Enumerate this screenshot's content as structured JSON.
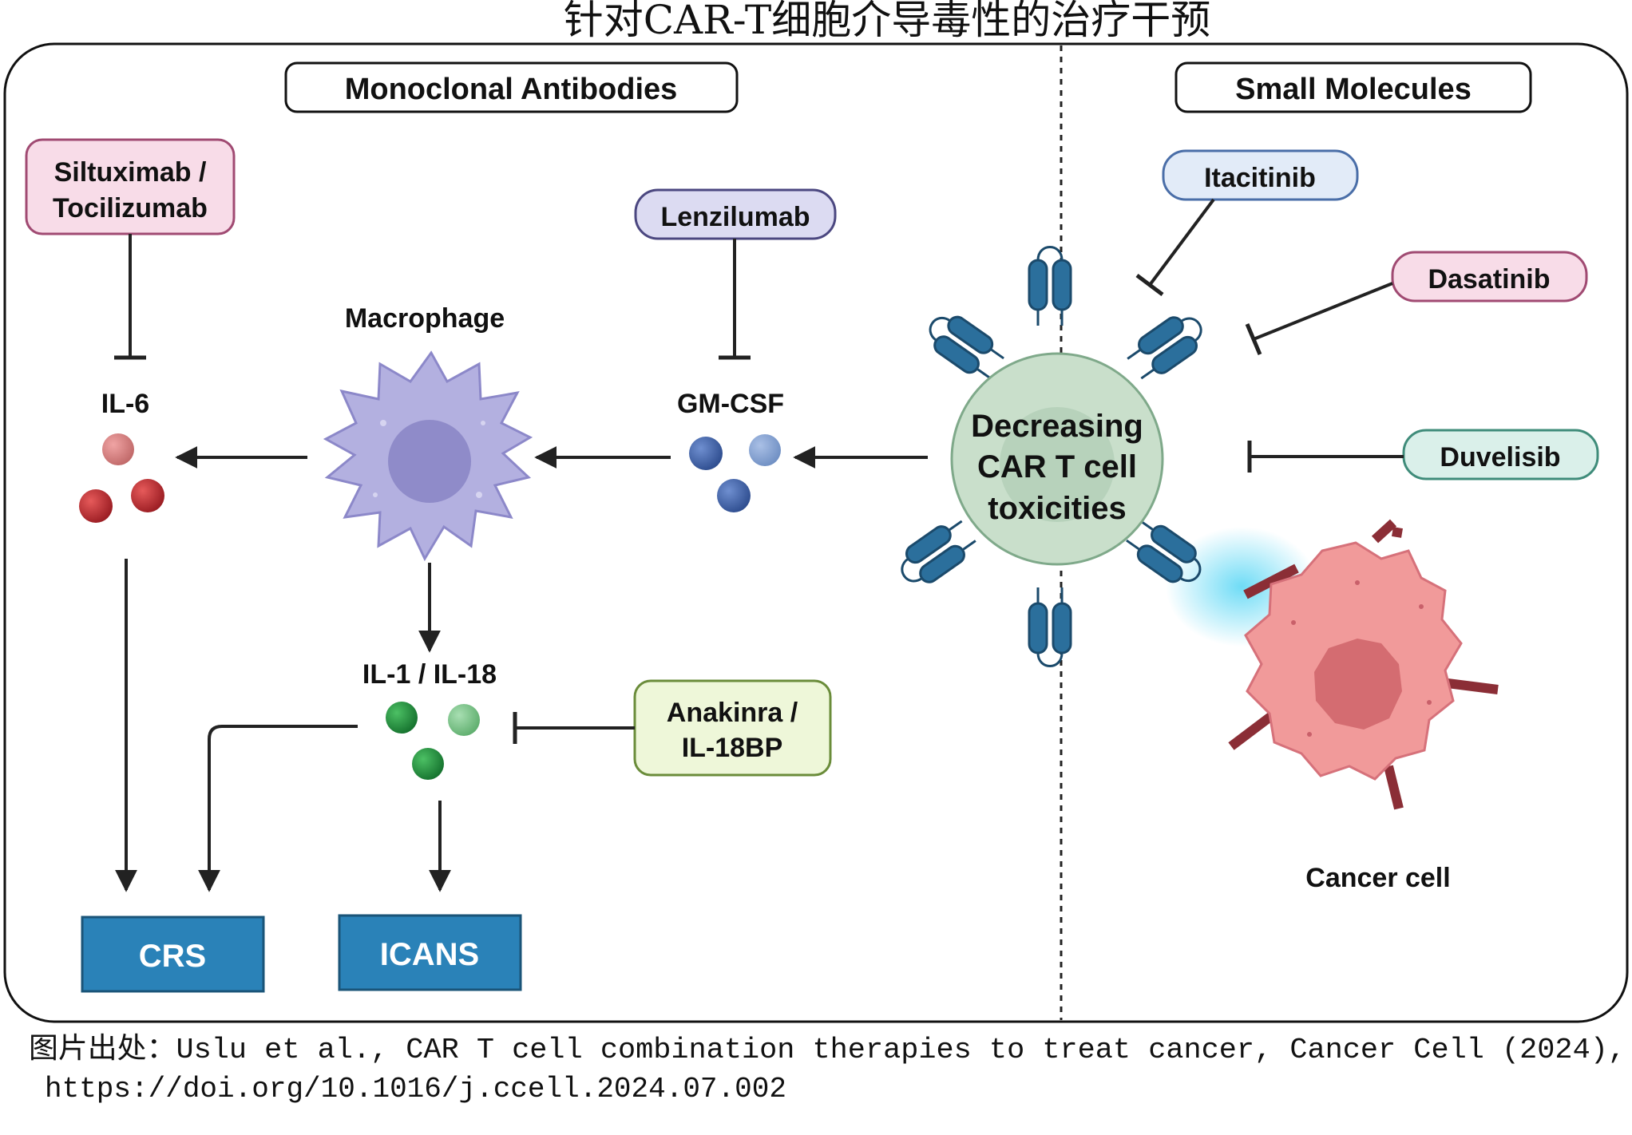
{
  "title": "针对CAR-T细胞介导毒性的治疗干预",
  "sections": {
    "left_header": "Monoclonal Antibodies",
    "right_header": "Small Molecules"
  },
  "drugs": {
    "siltuximab_line1": "Siltuximab /",
    "siltuximab_line2": "Tocilizumab",
    "lenzilumab": "Lenzilumab",
    "anakinra_line1": "Anakinra /",
    "anakinra_line2": "IL-18BP",
    "itacitinib": "Itacitinib",
    "dasatinib": "Dasatinib",
    "duvelisib": "Duvelisib"
  },
  "cytokines": {
    "il6": "IL-6",
    "gmcsf": "GM-CSF",
    "il1_il18": "IL-1 / IL-18"
  },
  "cells": {
    "macrophage": "Macrophage",
    "car_t_line1": "Decreasing",
    "car_t_line2": "CAR T cell",
    "car_t_line3": "toxicities",
    "cancer": "Cancer cell"
  },
  "outcomes": {
    "crs": "CRS",
    "icans": "ICANS"
  },
  "source": {
    "line1": "图片出处：Uslu et al., CAR T cell combination therapies to treat cancer, Cancer Cell (2024),",
    "line2": "https://doi.org/10.1016/j.ccell.2024.07.002"
  },
  "colors": {
    "outcome_box": "#2a82b8",
    "receptor": "#2b6f9c",
    "car_t_cell": "#c9dfcb",
    "macrophage": "#b3b0e0",
    "cancer_cell": "#f19a9a",
    "il6_dot": "#c1272d",
    "gmcsf_dot": "#3f63a8",
    "il1_dot": "#1f8c3b"
  }
}
